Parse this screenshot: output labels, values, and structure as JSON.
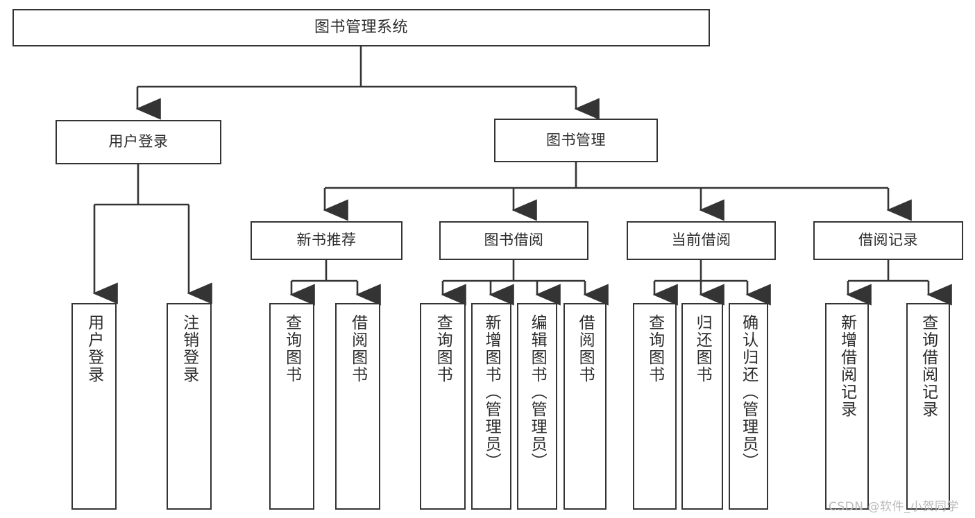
{
  "diagram": {
    "type": "hierarchy-tree",
    "title": "图书管理系统",
    "colors": {
      "stroke": "#343434",
      "box_fill": "#ffffff",
      "text": "#2b2b2b",
      "background": "#ffffff",
      "watermark": "#b9b9b9"
    },
    "nodes": {
      "root": {
        "label": "图书管理系统"
      },
      "level2": [
        {
          "label": "用户登录"
        },
        {
          "label": "图书管理"
        }
      ],
      "level3": [
        {
          "label": "新书推荐"
        },
        {
          "label": "图书借阅"
        },
        {
          "label": "当前借阅"
        },
        {
          "label": "借阅记录"
        }
      ],
      "leaves": {
        "user_login": [
          {
            "label": "用户登录"
          },
          {
            "label": "注销登录"
          }
        ],
        "new_book_recommend": [
          {
            "label": "查询图书"
          },
          {
            "label": "借阅图书"
          }
        ],
        "book_borrow": [
          {
            "label": "查询图书"
          },
          {
            "label": "新增图书（管理员）"
          },
          {
            "label": "编辑图书（管理员）"
          },
          {
            "label": "借阅图书"
          }
        ],
        "current_borrow": [
          {
            "label": "查询图书"
          },
          {
            "label": "归还图书"
          },
          {
            "label": "确认归还（管理员）"
          }
        ],
        "borrow_record": [
          {
            "label": "新增借阅记录"
          },
          {
            "label": "查询借阅记录"
          }
        ]
      }
    },
    "watermark": {
      "text": "CSDN @软件_小贺同学"
    }
  }
}
